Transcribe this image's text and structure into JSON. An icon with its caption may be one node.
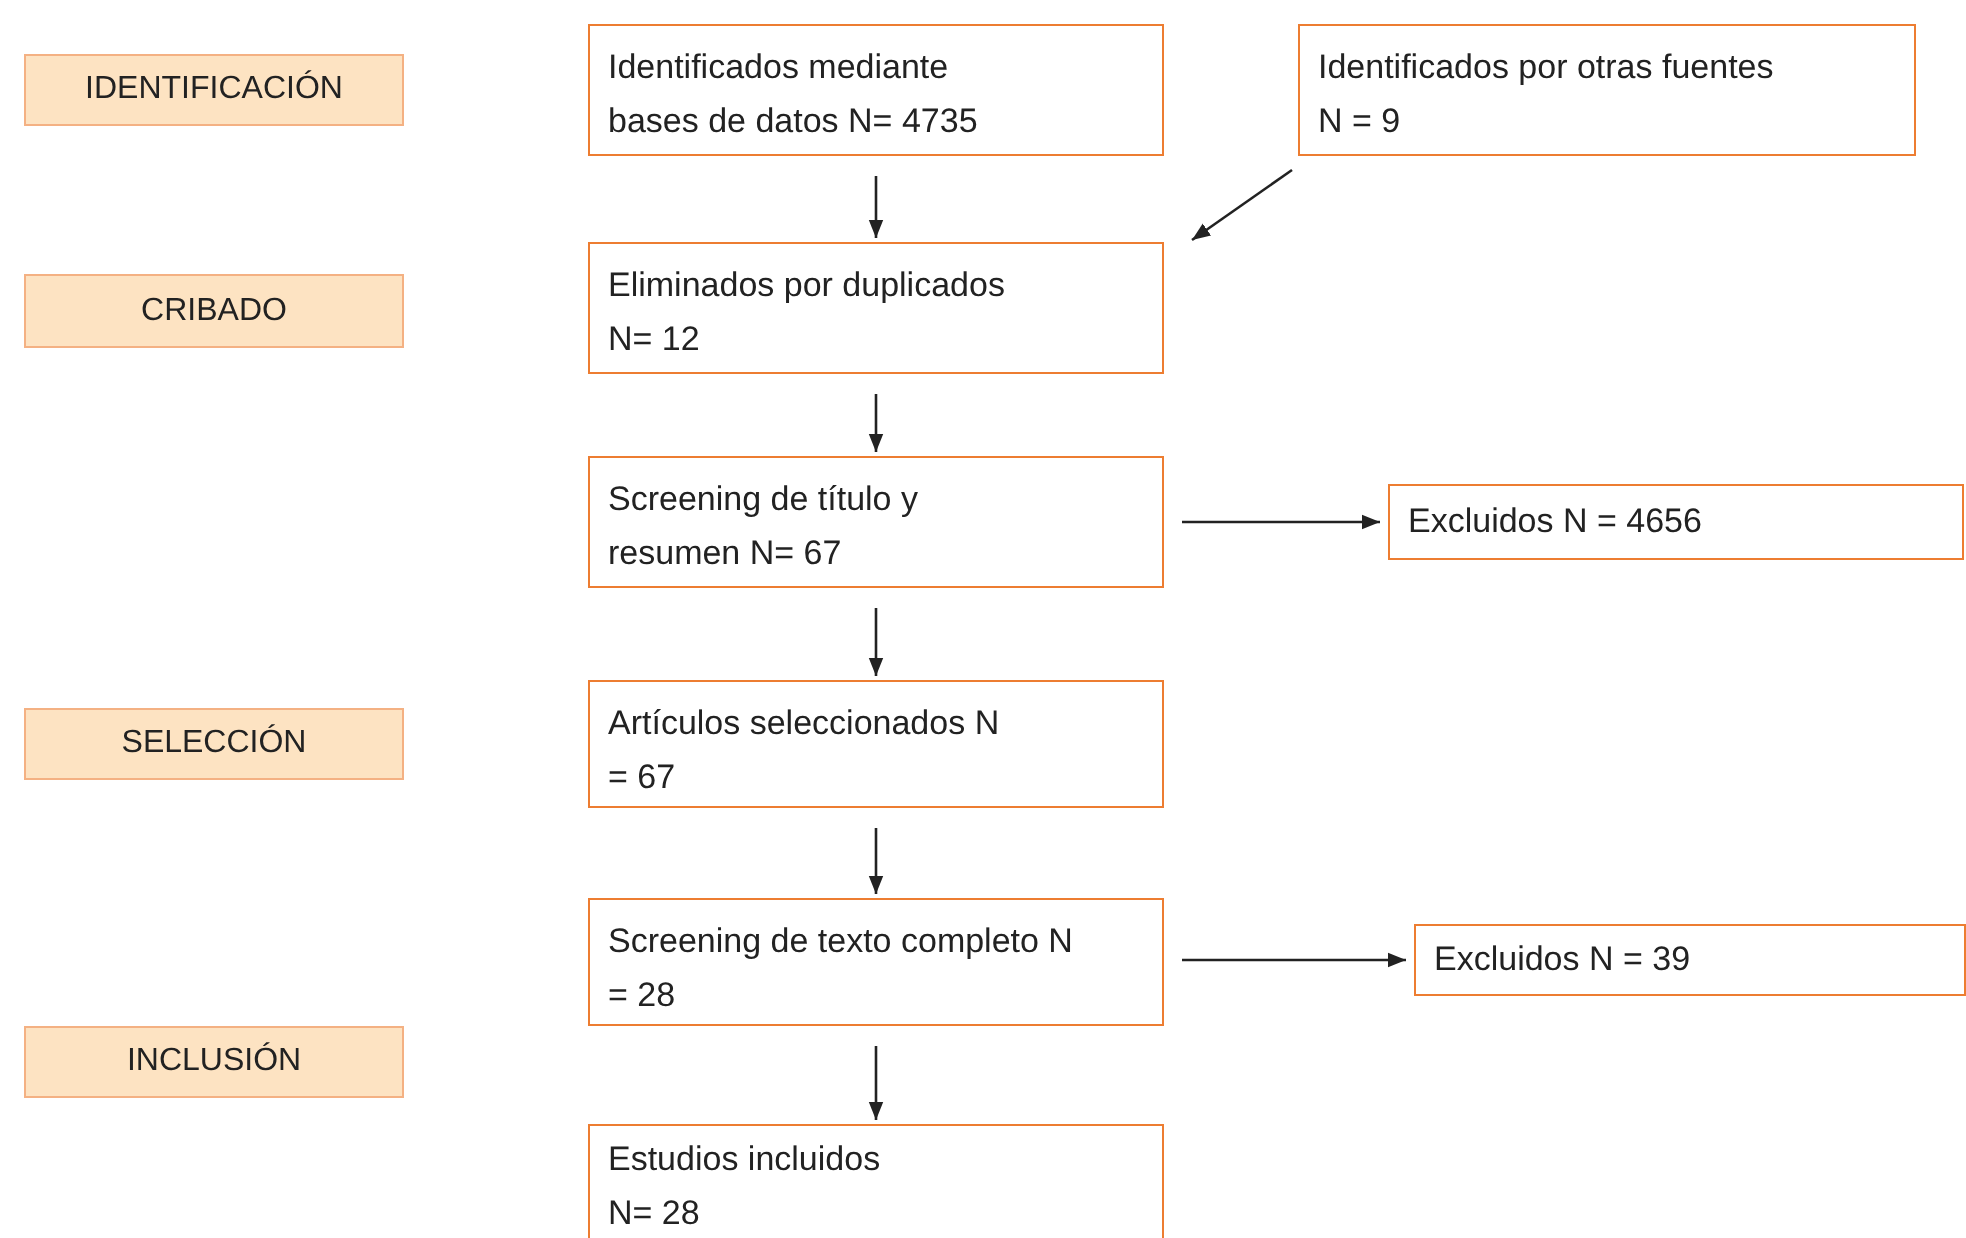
{
  "diagram": {
    "nodes": [
      {
        "text": [
          "IDENTIFICACIÓN"
        ]
      },
      {
        "text": [
          "CRIBADO"
        ]
      },
      {
        "text": [
          "SELECCIÓN"
        ]
      },
      {
        "text": [
          "INCLUSIÓN"
        ]
      },
      {
        "text": [
          "Identificados mediante bases de datos N= 4735"
        ]
      },
      {
        "text": [
          "Identificados por otras fuentes N = 9"
        ]
      },
      {
        "text": [
          "Eliminados por duplicados N= 12"
        ]
      },
      {
        "text": [
          "Screening de título y resumen N= 67"
        ]
      },
      {
        "text": [
          "Excluidos N = 4656"
        ]
      },
      {
        "text": [
          "Artículos seleccionados N = 67"
        ]
      },
      {
        "text": [
          "Screening de texto completo N = 28"
        ]
      },
      {
        "text": [
          "Excluidos N = 39"
        ]
      },
      {
        "text": [
          "Estudios incluidos N= 28"
        ]
      }
    ],
    "edges": [
      {
        "from": 4,
        "to": 6,
        "arrow": "to"
      },
      {
        "from": 5,
        "to": 6,
        "arrow": "to"
      },
      {
        "from": 6,
        "to": 7,
        "arrow": "to"
      },
      {
        "from": 7,
        "to": 8,
        "arrow": "to"
      },
      {
        "from": 7,
        "to": 9,
        "arrow": "to"
      },
      {
        "from": 9,
        "to": 10,
        "arrow": "to"
      },
      {
        "from": 10,
        "to": 11,
        "arrow": "to"
      },
      {
        "from": 10,
        "to": 12,
        "arrow": "to"
      }
    ]
  }
}
